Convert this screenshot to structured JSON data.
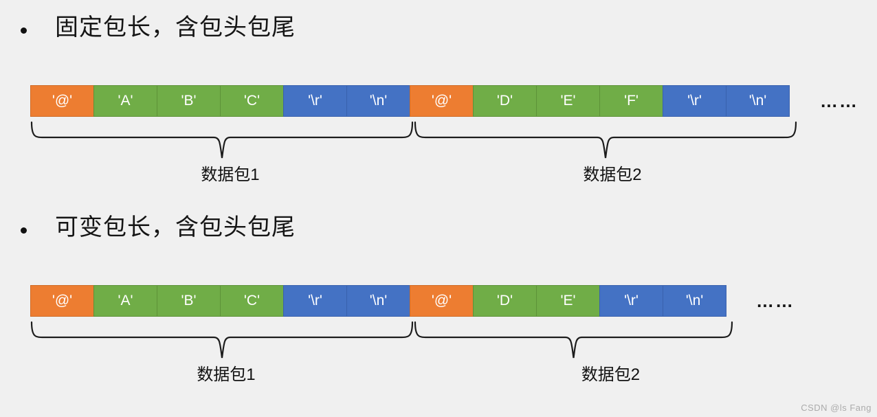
{
  "colors": {
    "background": "#F0F0F0",
    "header_byte": "#ED7D31",
    "data_byte": "#70AD47",
    "tail_byte": "#4472C4",
    "text": "#151515",
    "watermark": "#ababab"
  },
  "sections": [
    {
      "title": "固定包长，含包头包尾",
      "ellipsis": "……",
      "cells": [
        {
          "text": "'@'",
          "type": "header"
        },
        {
          "text": "'A'",
          "type": "body"
        },
        {
          "text": "'B'",
          "type": "body"
        },
        {
          "text": "'C'",
          "type": "body"
        },
        {
          "text": "'\\r'",
          "type": "tail"
        },
        {
          "text": "'\\n'",
          "type": "tail"
        },
        {
          "text": "'@'",
          "type": "header"
        },
        {
          "text": "'D'",
          "type": "body"
        },
        {
          "text": "'E'",
          "type": "body"
        },
        {
          "text": "'F'",
          "type": "body"
        },
        {
          "text": "'\\r'",
          "type": "tail"
        },
        {
          "text": "'\\n'",
          "type": "tail"
        }
      ],
      "packets": [
        {
          "label": "数据包1",
          "cells": 6
        },
        {
          "label": "数据包2",
          "cells": 6
        }
      ]
    },
    {
      "title": "可变包长，含包头包尾",
      "ellipsis": "……",
      "cells": [
        {
          "text": "'@'",
          "type": "header"
        },
        {
          "text": "'A'",
          "type": "body"
        },
        {
          "text": "'B'",
          "type": "body"
        },
        {
          "text": "'C'",
          "type": "body"
        },
        {
          "text": "'\\r'",
          "type": "tail"
        },
        {
          "text": "'\\n'",
          "type": "tail"
        },
        {
          "text": "'@'",
          "type": "header"
        },
        {
          "text": "'D'",
          "type": "body"
        },
        {
          "text": "'E'",
          "type": "body"
        },
        {
          "text": "'\\r'",
          "type": "tail"
        },
        {
          "text": "'\\n'",
          "type": "tail"
        }
      ],
      "packets": [
        {
          "label": "数据包1",
          "cells": 6
        },
        {
          "label": "数据包2",
          "cells": 5
        }
      ]
    }
  ],
  "watermark": "CSDN @ls Fang"
}
